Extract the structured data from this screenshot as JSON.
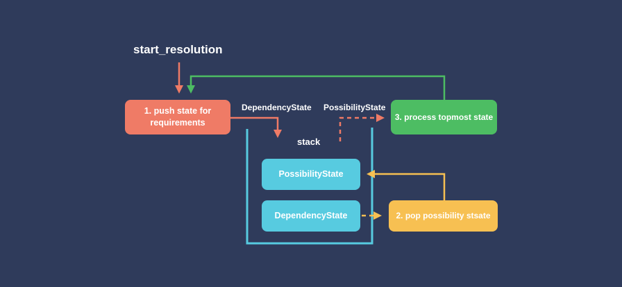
{
  "colors": {
    "background": "#2f3b5b",
    "salmon": "#ef7b66",
    "green": "#4dbd63",
    "cyan": "#57cbe0",
    "yellow": "#f7c052",
    "text": "#ffffff"
  },
  "diagram": {
    "start_label": "start_resolution",
    "stack_label": "stack",
    "labels": {
      "dependency_edge": "DependencyState",
      "possibility_edge": "PossibilityState"
    },
    "nodes": {
      "push_state": "1. push state for requirements",
      "process_topmost": "3. process topmost state",
      "possibility_state": "PossibilityState",
      "dependency_state": "DependencyState",
      "pop_possibility": "2. pop possibility stsate"
    }
  }
}
